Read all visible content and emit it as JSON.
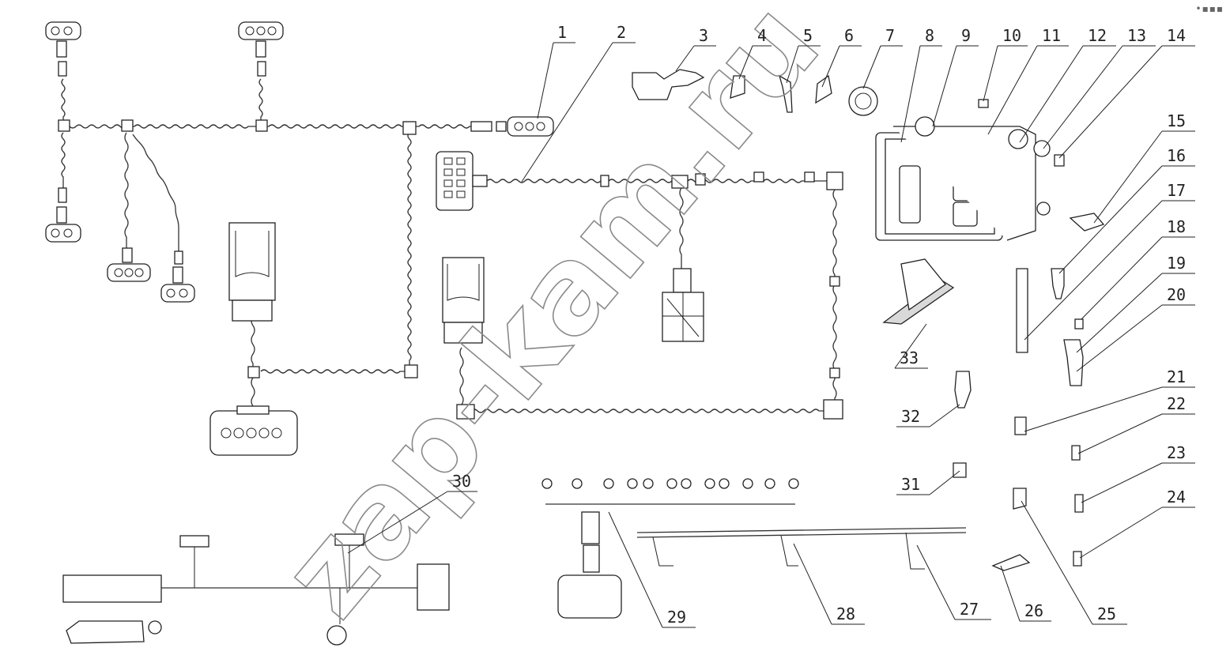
{
  "callouts": [
    "1",
    "2",
    "3",
    "4",
    "5",
    "6",
    "7",
    "8",
    "9",
    "10",
    "11",
    "12",
    "13",
    "14",
    "15",
    "16",
    "17",
    "18",
    "19",
    "20",
    "21",
    "22",
    "23",
    "24",
    "25",
    "26",
    "27",
    "28",
    "29",
    "30",
    "31",
    "32",
    "33"
  ],
  "watermark": "zap-kam.ru",
  "icons": {
    "corner_menu": "dots-menu-icon"
  },
  "corner_menu_glyph": "•▪▪▪",
  "colors": {
    "line": "#222222",
    "watermark": "#8a8a8a",
    "background": "#ffffff"
  }
}
